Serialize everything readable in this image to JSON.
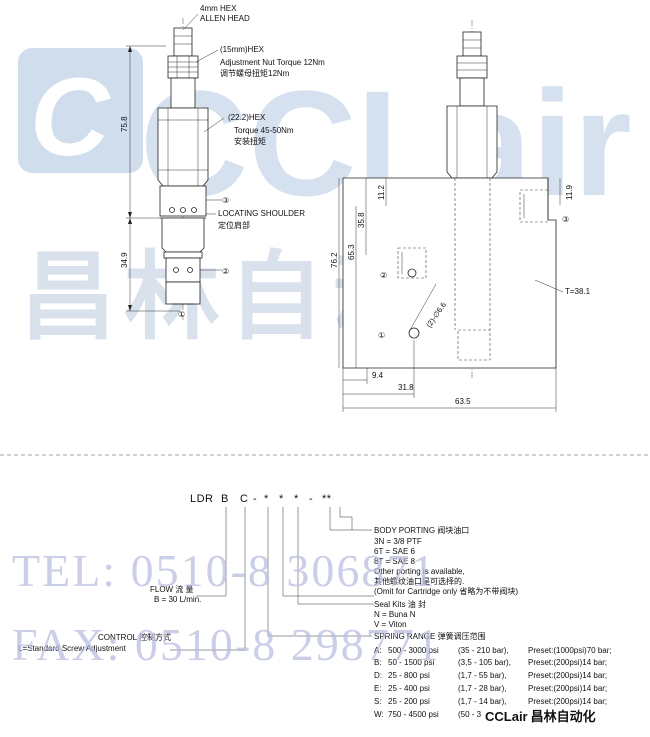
{
  "watermark": {
    "brand": "CCLair",
    "brand_cn": "昌林自动化",
    "tel": "TEL: 0510-8  306871",
    "fax": "FAX: 0510-8  298771"
  },
  "cartridge": {
    "hex_top": "4mm HEX",
    "allen_head": "ALLEN HEAD",
    "hex_15": "(15mm)HEX",
    "nut_torque": "Adjustment Nut Torque 12Nm",
    "nut_torque_cn": "调节螺母扭矩12Nm",
    "hex_22": "(22.2)HEX",
    "torque_body": "Torque 45-50Nm",
    "torque_body_cn": "安装扭矩",
    "locating": "LOCATING SHOULDER",
    "locating_cn": "定位肩部",
    "dim_total": "75.8",
    "dim_lower": "34.9",
    "port_labels": [
      "③",
      "②",
      "①"
    ]
  },
  "block": {
    "dim_11_2": "11.2",
    "dim_35_8": "35.8",
    "dim_65_3": "65.3",
    "dim_76_2": "76.2",
    "dim_11_9": "11.9",
    "dim_9_4": "9.4",
    "dim_31_8": "31.8",
    "dim_63_5": "63.5",
    "thickness": "T=38.1",
    "mount_holes": "(2)-∅6.6",
    "port_labels": [
      "②",
      "①",
      "③"
    ]
  },
  "ordering": {
    "code_parts": [
      "LDR",
      "B",
      "C",
      "-",
      "*",
      "*",
      "*",
      "-",
      "**"
    ],
    "flow_label": "FLOW  流  量",
    "flow_value": "B = 30 L/min.",
    "control_label": "CONTROL  控制方式",
    "control_value": "L=Standard Screw Adjustment",
    "body_porting_title": "BODY PORTING 阀块油口",
    "porting_options": [
      "3N = 3/8 PTF",
      "6T = SAE 6",
      "8T = SAE 8",
      "Other porting is available,",
      "其他螺纹油口是可选择的.",
      "(Omit for Cartridge only 省略为不带阀块)"
    ],
    "seal_title": "Seal Kits  油  封",
    "seal_options": [
      "N = Buna N",
      "V = Viton"
    ],
    "spring_title": "SPRING RANGE    弹簧调压范围",
    "spring_rows": [
      {
        "code": "A:",
        "psi": "500 - 3000 psi",
        "bar": "(35 - 210 bar),",
        "preset": "Preset:(1000psi)70 bar;"
      },
      {
        "code": "B:",
        "psi": "50 - 1500 psi",
        "bar": "(3,5 - 105 bar),",
        "preset": "Preset:(200psi)14 bar;"
      },
      {
        "code": "D:",
        "psi": "25 - 800 psi",
        "bar": "(1,7 - 55 bar),",
        "preset": "Preset:(200psi)14 bar;"
      },
      {
        "code": "E:",
        "psi": "25 - 400 psi",
        "bar": "(1,7 - 28 bar),",
        "preset": "Preset:(200psi)14 bar;"
      },
      {
        "code": "S:",
        "psi": "25 - 200 psi",
        "bar": "(1,7 - 14 bar),",
        "preset": "Preset:(200psi)14 bar;"
      },
      {
        "code": "W:",
        "psi": "750 - 4500 psi",
        "bar": "(50 - 3",
        "preset": ""
      }
    ]
  }
}
